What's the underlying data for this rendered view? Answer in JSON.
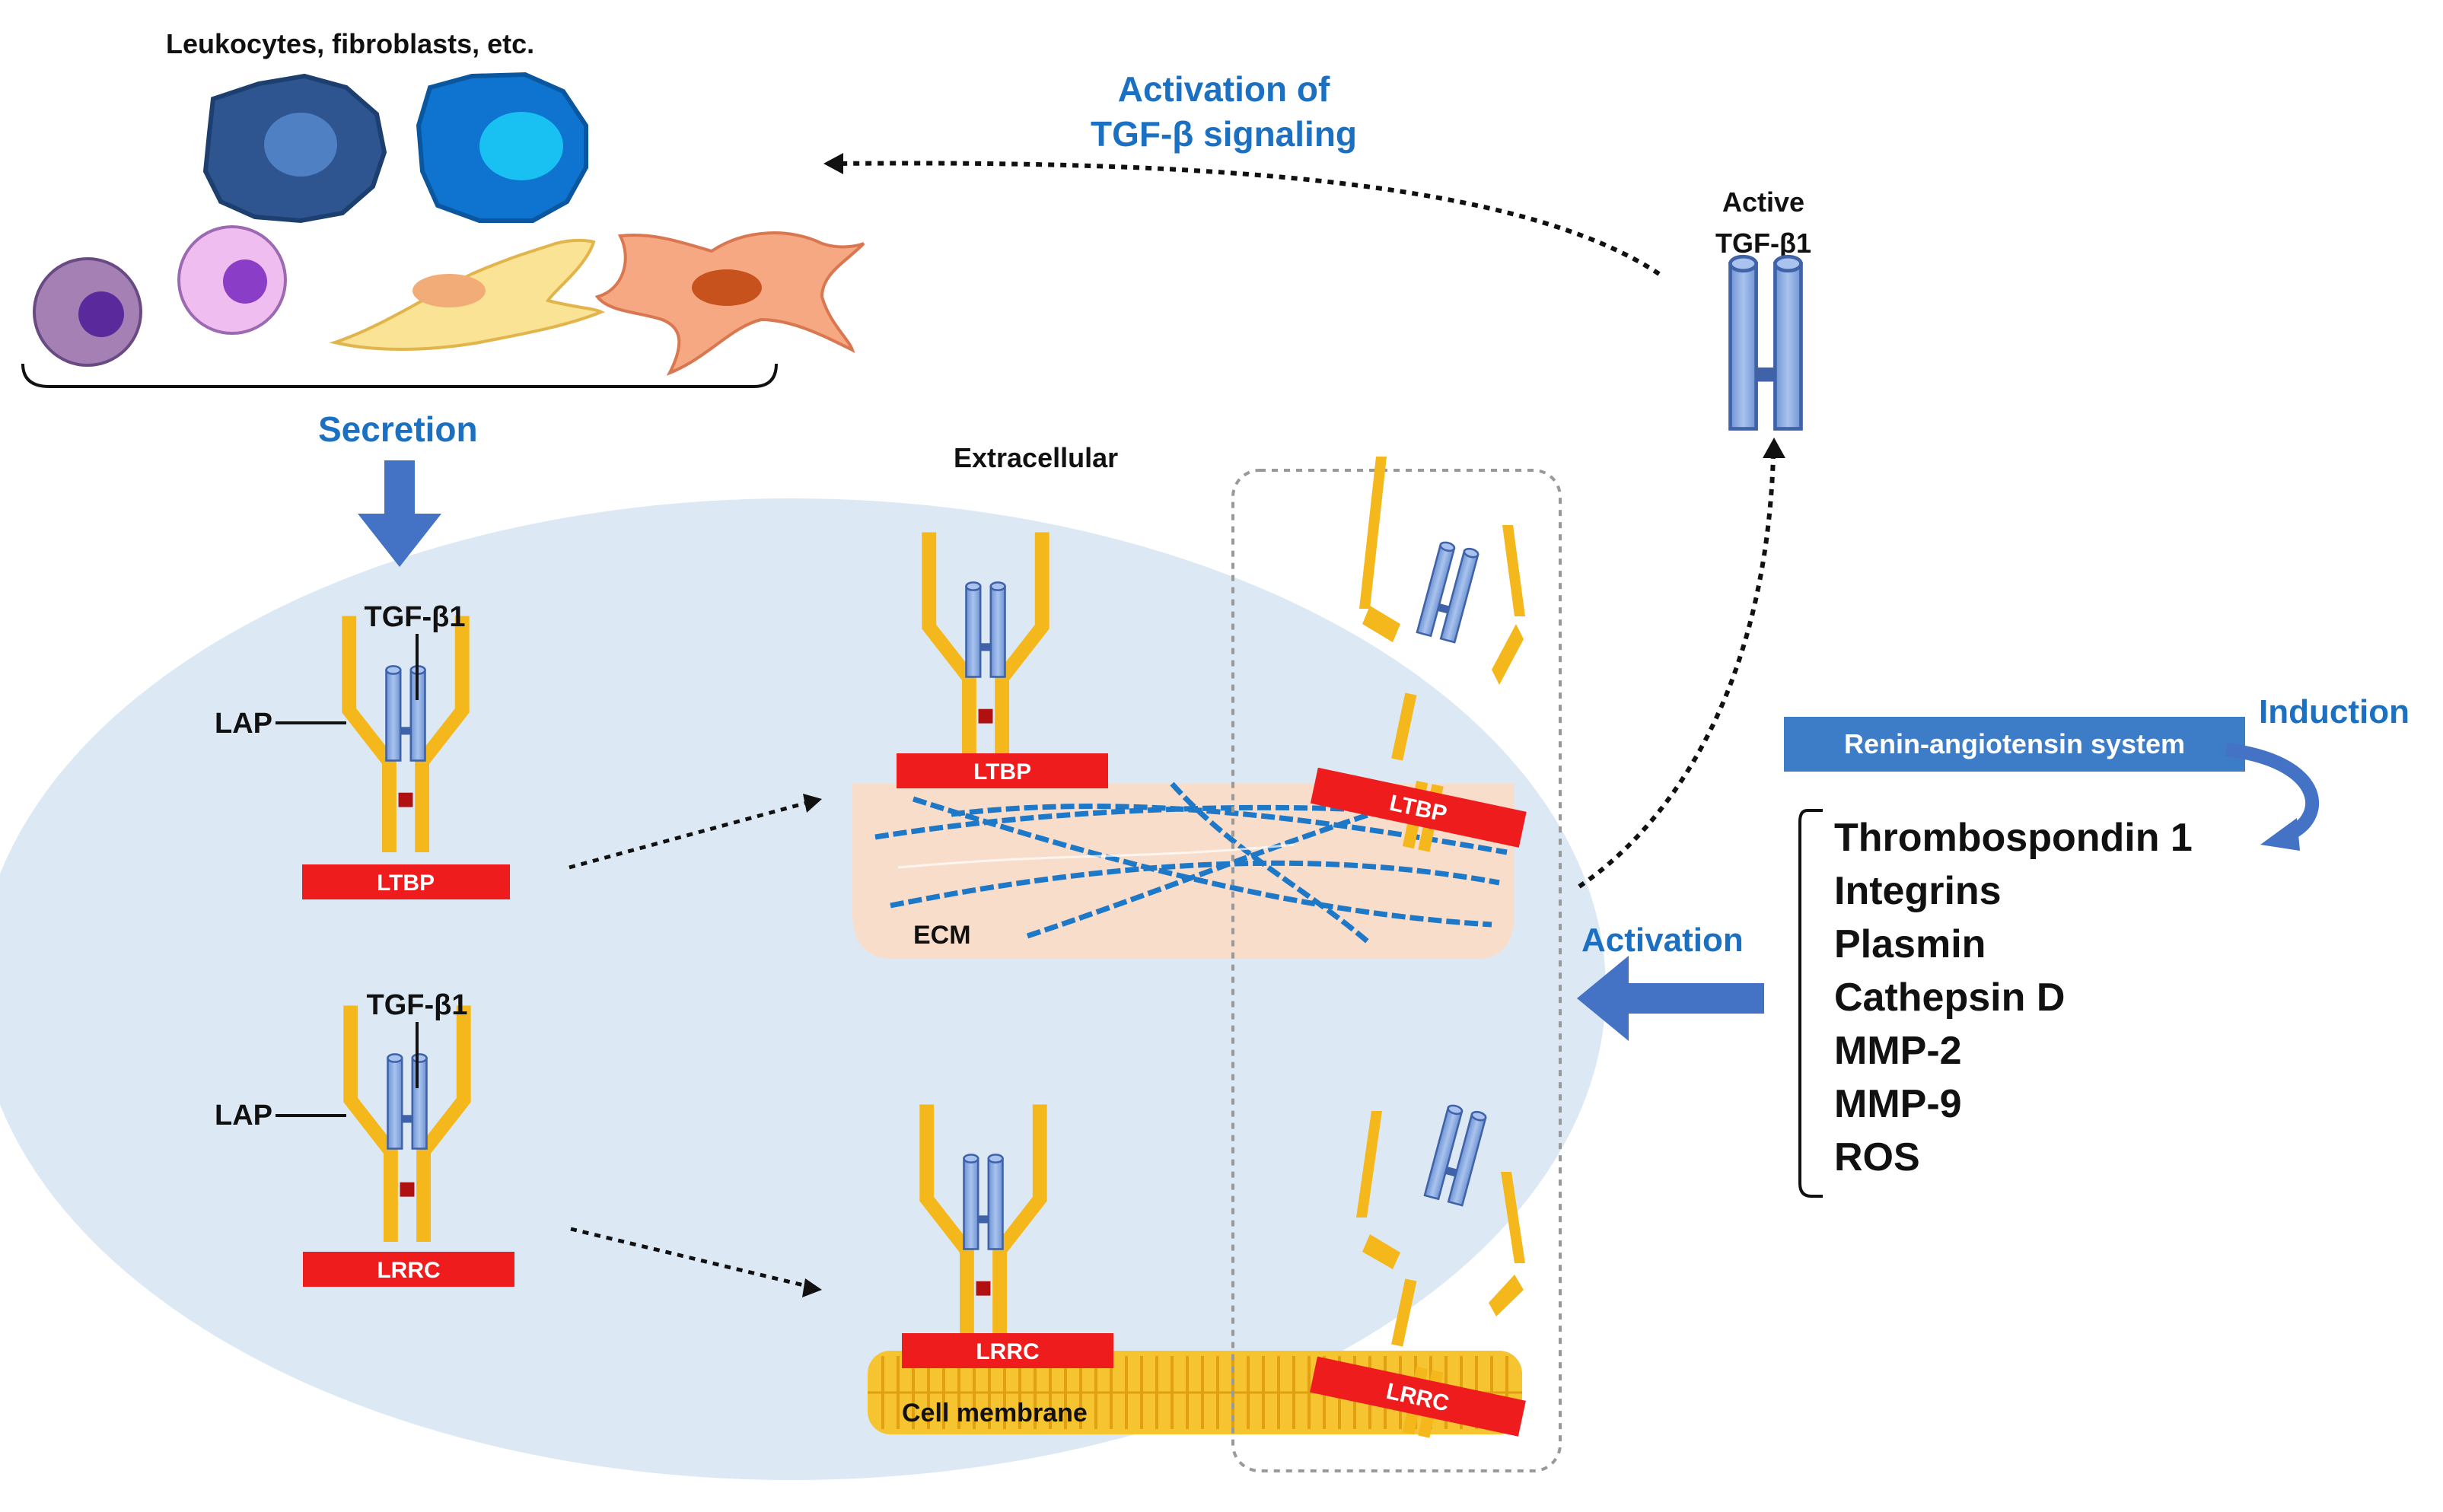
{
  "cells_label": "Leukocytes, fibroblasts, etc.",
  "activation_signaling_line1": "Activation of",
  "activation_signaling_line2": "TGF-β signaling",
  "active_tgf_line1": "Active",
  "active_tgf_line2": "TGF-β1",
  "secretion": "Secretion",
  "extracellular": "Extracellular",
  "tgf_b1": "TGF-β1",
  "lap": "LAP",
  "ltbp": "LTBP",
  "lrrc": "LRRC",
  "ecm": "ECM",
  "cell_membrane": "Cell membrane",
  "renin_angiotensin": "Renin-angiotensin system",
  "induction": "Induction",
  "activation": "Activation",
  "activators": [
    "Thrombospondin 1",
    "Integrins",
    "Plasmin",
    "Cathepsin D",
    "MMP-2",
    "MMP-9",
    "ROS"
  ],
  "colors": {
    "cell_area": "#dce9f5",
    "yellow_lap": "#f5b81c",
    "red_anchor": "#ee1c1c",
    "tgf_blue": "#7ea3dc",
    "ecm_bg": "#f9ddcb",
    "label_blue": "#1b70c2",
    "arrow_blue": "#4472c4"
  }
}
